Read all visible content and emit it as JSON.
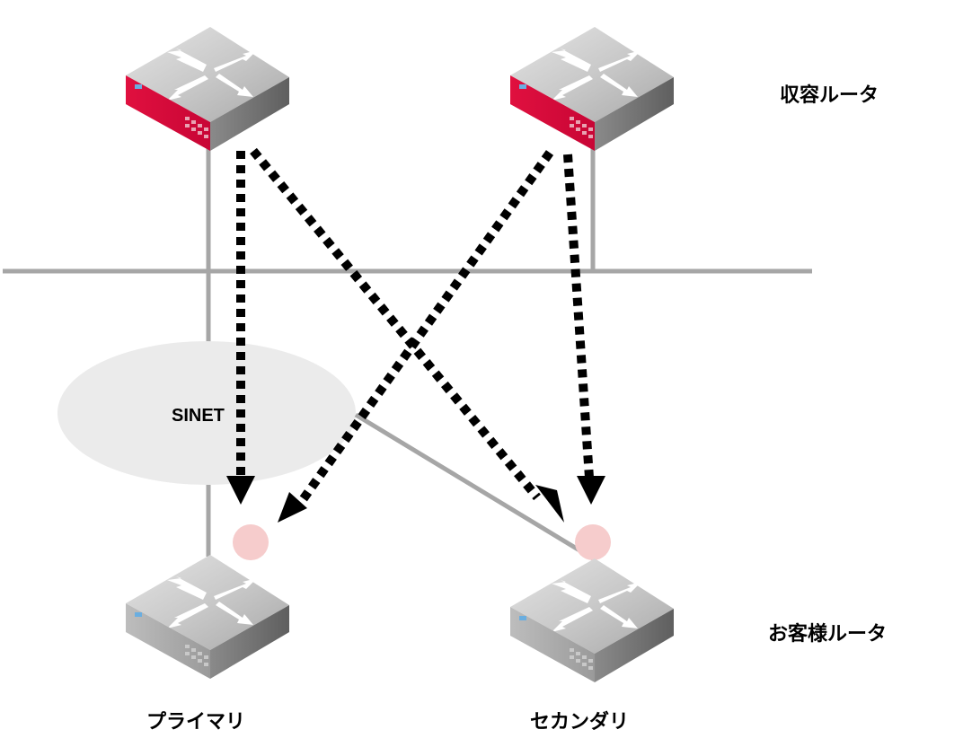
{
  "labels": {
    "upstream_routers": "収容ルータ",
    "customer_routers": "お客様ルータ",
    "primary": "プライマリ",
    "secondary": "セカンダリ",
    "network": "SINET"
  },
  "nodes": {
    "upstream_router_1": {
      "type": "router",
      "icon": "router-icon",
      "front_color": "#d6083b"
    },
    "upstream_router_2": {
      "type": "router",
      "icon": "router-icon",
      "front_color": "#d6083b"
    },
    "customer_router_primary": {
      "type": "router",
      "icon": "router-icon",
      "front_color": "#a9a9a9"
    },
    "customer_router_secondary": {
      "type": "router",
      "icon": "router-icon",
      "front_color": "#a9a9a9"
    }
  },
  "edges": [
    {
      "from": "upstream_router_1",
      "to": "customer_router_primary",
      "style": "dotted-arrow"
    },
    {
      "from": "upstream_router_1",
      "to": "customer_router_secondary",
      "style": "dotted-arrow"
    },
    {
      "from": "upstream_router_2",
      "to": "customer_router_primary",
      "style": "dotted-arrow"
    },
    {
      "from": "upstream_router_2",
      "to": "customer_router_secondary",
      "style": "dotted-arrow"
    }
  ],
  "colors": {
    "link_line": "#a6a6a6",
    "cloud_fill": "#ebebeb",
    "endpoint_marker": "#f6cccc",
    "arrow": "#000000"
  }
}
